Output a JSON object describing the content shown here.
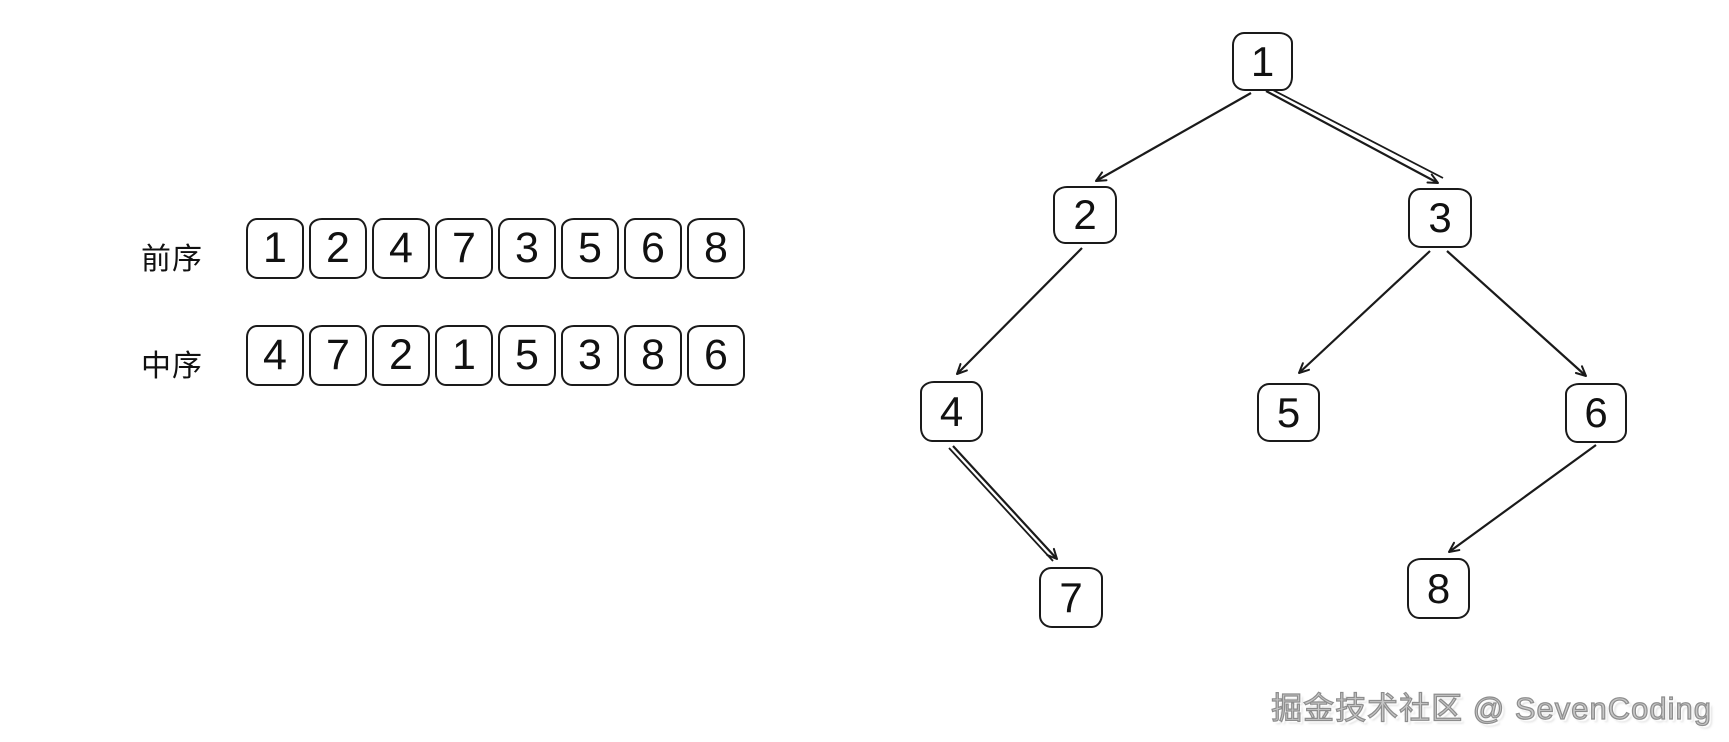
{
  "sequences": {
    "preorder": {
      "label": "前序",
      "values": [
        "1",
        "2",
        "4",
        "7",
        "3",
        "5",
        "6",
        "8"
      ]
    },
    "inorder": {
      "label": "中序",
      "values": [
        "4",
        "7",
        "2",
        "1",
        "5",
        "3",
        "8",
        "6"
      ]
    }
  },
  "tree": {
    "nodes": [
      {
        "label": "1"
      },
      {
        "label": "2"
      },
      {
        "label": "3"
      },
      {
        "label": "4"
      },
      {
        "label": "5"
      },
      {
        "label": "6"
      },
      {
        "label": "7"
      },
      {
        "label": "8"
      }
    ],
    "edges": [
      [
        "1",
        "2"
      ],
      [
        "1",
        "3"
      ],
      [
        "2",
        "4"
      ],
      [
        "4",
        "7"
      ],
      [
        "3",
        "5"
      ],
      [
        "3",
        "6"
      ],
      [
        "6",
        "8"
      ]
    ]
  },
  "watermark": {
    "text": "掘金技术社区 @ SevenCoding",
    "color": "#9b9b9b"
  },
  "colors": {
    "stroke": "#1a1a1a",
    "background": "#ffffff"
  }
}
